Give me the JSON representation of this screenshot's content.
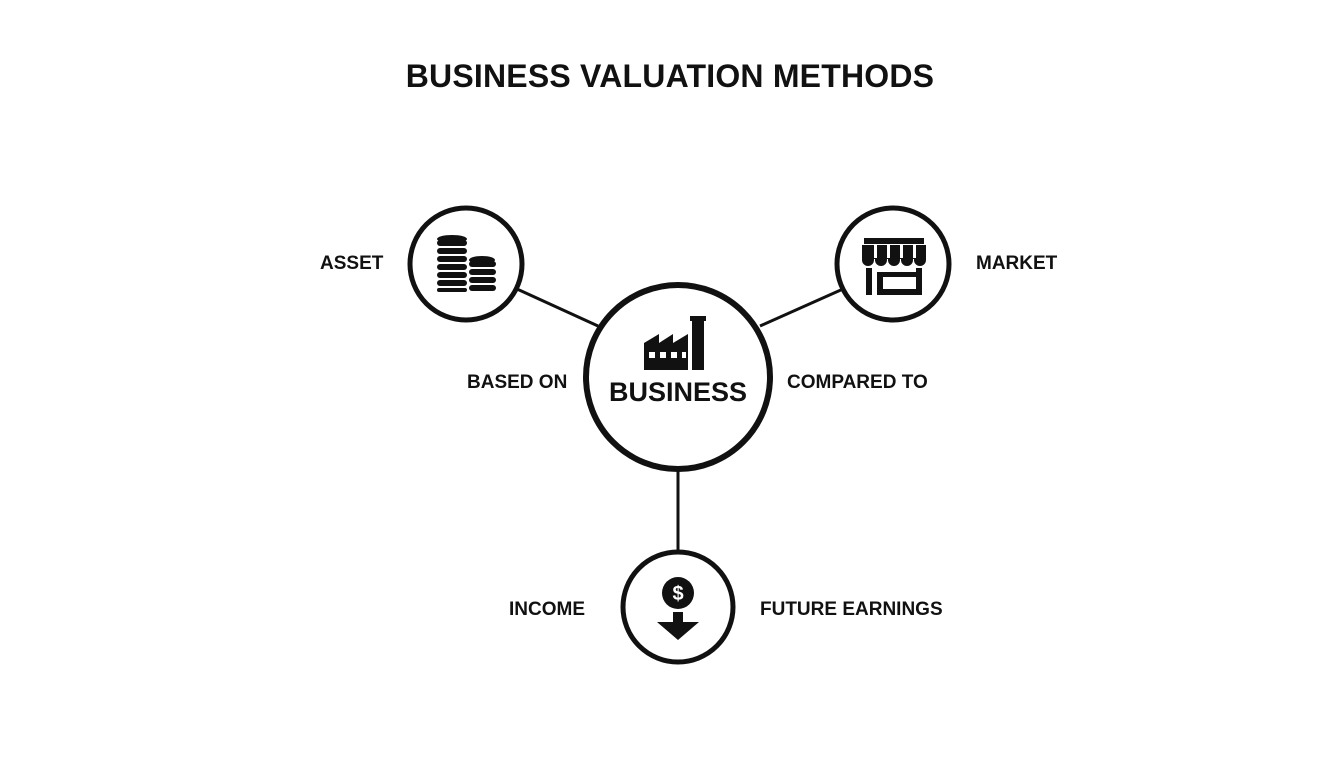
{
  "title": "BUSINESS VALUATION METHODS",
  "center": {
    "label": "BUSINESS",
    "icon": "factory-icon"
  },
  "nodes": [
    {
      "id": "asset",
      "label": "ASSET",
      "relation": "BASED ON",
      "icon": "coin-stacks-icon"
    },
    {
      "id": "market",
      "label": "MARKET",
      "relation": "COMPARED TO",
      "icon": "storefront-icon"
    },
    {
      "id": "income",
      "label": "INCOME",
      "relation": "FUTURE EARNINGS",
      "icon": "dollar-down-arrow-icon"
    }
  ],
  "colors": {
    "stroke": "#111111",
    "background": "#ffffff"
  }
}
